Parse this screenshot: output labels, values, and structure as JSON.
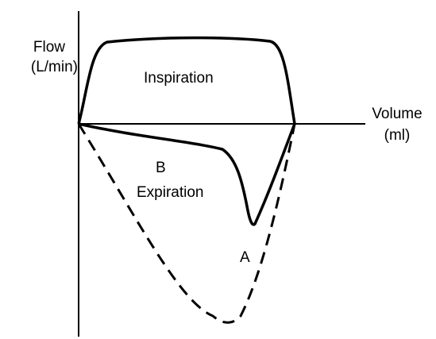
{
  "labels": {
    "y_axis_line1": "Flow",
    "y_axis_line2": "(L/min)",
    "x_axis_line1": "Volume",
    "x_axis_line2": "(ml)",
    "inspiration": "Inspiration",
    "curve_b": "B",
    "expiration": "Expiration",
    "curve_a": "A"
  },
  "colors": {
    "line": "#000000",
    "background": "#ffffff"
  }
}
